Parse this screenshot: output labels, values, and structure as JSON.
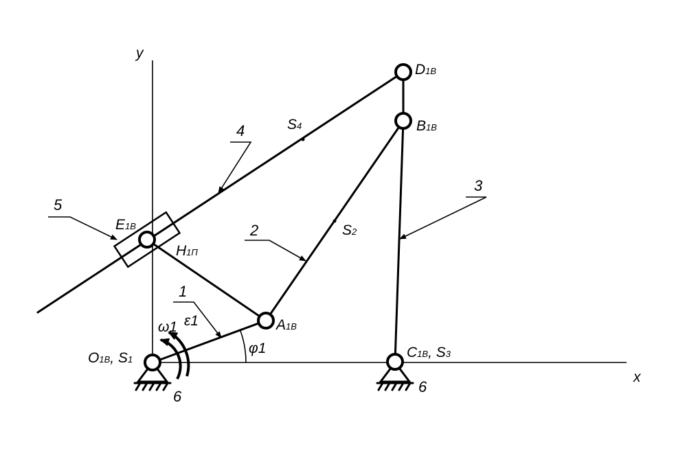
{
  "axes": {
    "x": "x",
    "y": "y"
  },
  "points": {
    "O": {
      "main": "O",
      "sub": "1B",
      "extra": ", S",
      "extra_sub": "1"
    },
    "A": {
      "main": "A",
      "sub": "1B"
    },
    "B": {
      "main": "B",
      "sub": "1B"
    },
    "C": {
      "main": "C",
      "sub": "1B",
      "extra": ", S",
      "extra_sub": "3"
    },
    "D": {
      "main": "D",
      "sub": "1B"
    },
    "E": {
      "main": "E",
      "sub": "1B"
    },
    "H": {
      "main": "H",
      "sub": "1П"
    },
    "S2": {
      "main": "S",
      "sub": "2"
    },
    "S4": {
      "main": "S",
      "sub": "4"
    }
  },
  "links": {
    "l1": "1",
    "l2": "2",
    "l3": "3",
    "l4": "4",
    "l5": "5",
    "ground_left": "6",
    "ground_right": "6"
  },
  "kinematics": {
    "omega": "ω1",
    "epsilon": "ε1",
    "phi": "φ1"
  }
}
